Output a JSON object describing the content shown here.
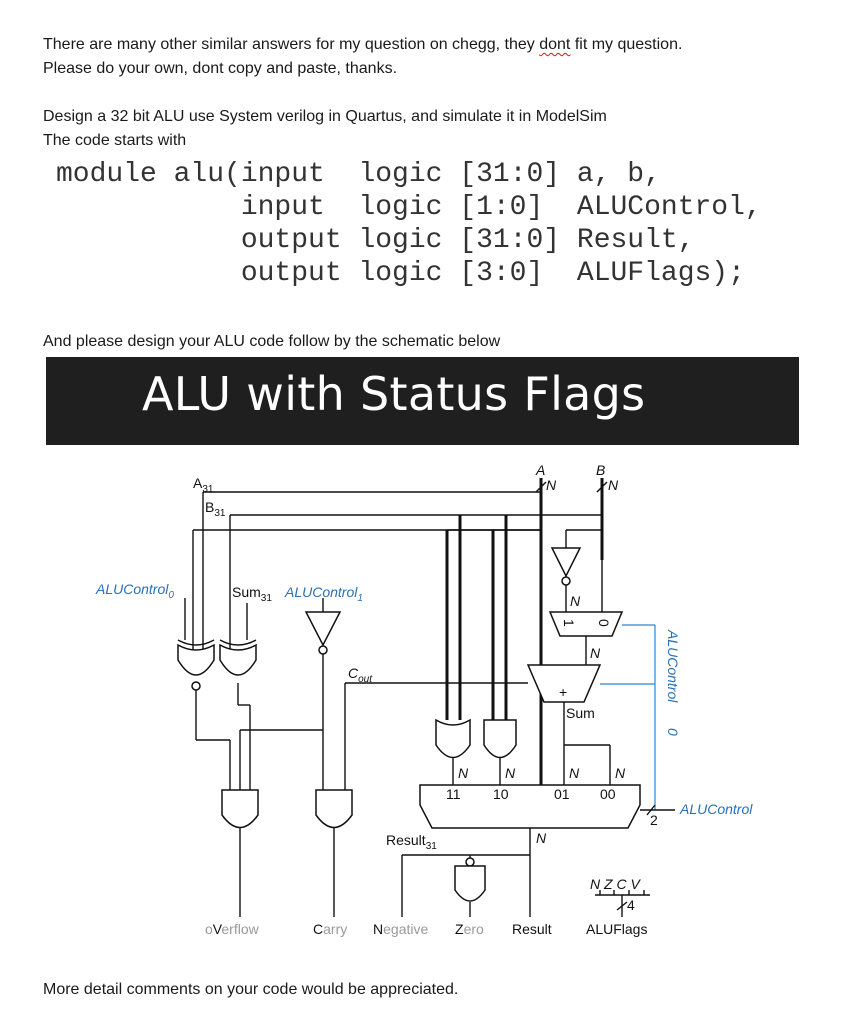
{
  "intro": {
    "line1_pre": "There are many other similar answers for my question on chegg, they ",
    "line1_mark": "dont",
    "line1_post": " fit my question.",
    "line2": "Please do your own, dont copy and paste, thanks."
  },
  "task": {
    "line1": "Design a 32 bit ALU use System verilog in Quartus, and simulate it in ModelSim",
    "line2": "The code starts with"
  },
  "code": [
    "module alu(input  logic [31:0] a, b,",
    "           input  logic [1:0]  ALUControl,",
    "           output logic [31:0] Result,",
    "           output logic [3:0]  ALUFlags);"
  ],
  "schematic_intro": "And please design your ALU code follow by the schematic below",
  "banner_title": "ALU with Status Flags",
  "schematic": {
    "in_a": "A",
    "in_b": "B",
    "bus_n": "N",
    "a31_base": "A",
    "a31_sub": "31",
    "b31_base": "B",
    "b31_sub": "31",
    "aluc0_base": "ALUControl",
    "aluc0_sub": "0",
    "sum31_base": "Sum",
    "sum31_sub": "31",
    "aluc1_base": "ALUControl",
    "aluc1_sub": "1",
    "cout_base": "C",
    "cout_sub": "out",
    "mux_in1": "1",
    "mux_in0": "0",
    "adder_plus": "+",
    "sum_label": "Sum",
    "aluc0_vertical": "ALUControl",
    "mux_labels": [
      "11",
      "10",
      "01",
      "00"
    ],
    "bus_two": "2",
    "bus_four": "4",
    "alucontrol": "ALUControl",
    "result31_base": "Result",
    "result31_sub": "31",
    "flag_letters": "N Z C V",
    "outputs": {
      "overflow_o": "o",
      "overflow_v": "V",
      "overflow_rest": "erflow",
      "carry_c": "C",
      "carry_rest": "arry",
      "negative_n": "N",
      "negative_rest": "egative",
      "zero_z": "Z",
      "zero_rest": "ero",
      "result": "Result",
      "aluflags": "ALUFlags"
    }
  },
  "closing": "More detail comments on your code would be appreciated."
}
